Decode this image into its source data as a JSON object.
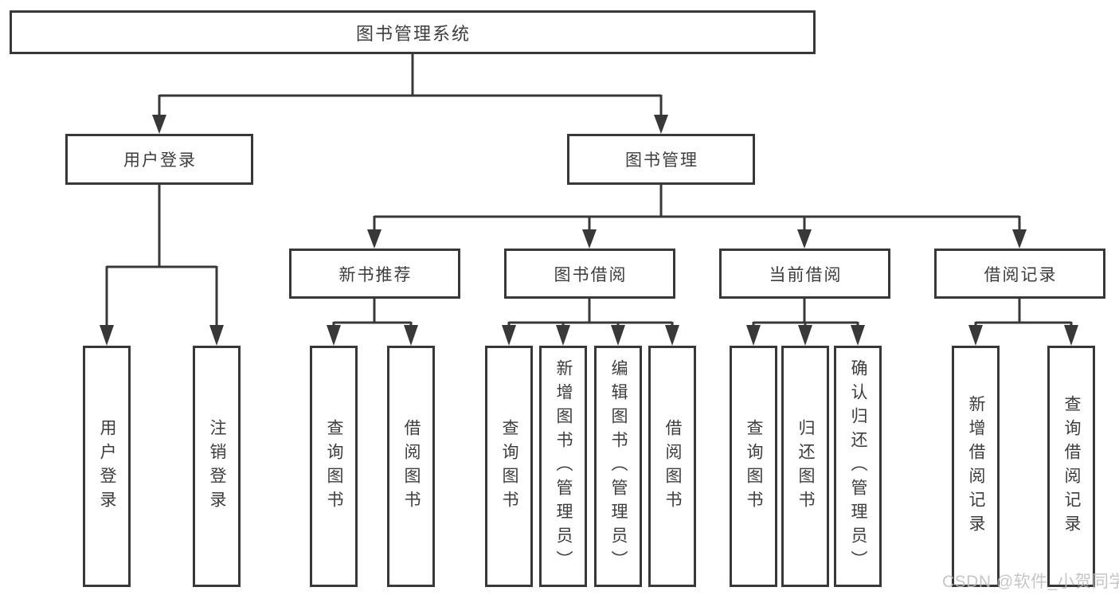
{
  "diagram": {
    "root": {
      "label": "图书管理系统"
    },
    "level2": [
      {
        "label": "用户登录"
      },
      {
        "label": "图书管理"
      }
    ],
    "level3": [
      {
        "label": "新书推荐"
      },
      {
        "label": "图书借阅"
      },
      {
        "label": "当前借阅"
      },
      {
        "label": "借阅记录"
      }
    ],
    "leaves": [
      {
        "label": "用户登录"
      },
      {
        "label": "注销登录"
      },
      {
        "label": "查询图书"
      },
      {
        "label": "借阅图书"
      },
      {
        "label": "查询图书"
      },
      {
        "label": "新增图书（管理员）"
      },
      {
        "label": "编辑图书（管理员）"
      },
      {
        "label": "借阅图书"
      },
      {
        "label": "查询图书"
      },
      {
        "label": "归还图书"
      },
      {
        "label": "确认归还（管理员）"
      },
      {
        "label": "新增借阅记录"
      },
      {
        "label": "查询借阅记录"
      }
    ],
    "watermark": "CSDN @软件_小贺同学",
    "colors": {
      "line": "#383838",
      "text": "#3d3d3d",
      "watermark": "#bdbdbd",
      "background": "#ffffff"
    }
  }
}
